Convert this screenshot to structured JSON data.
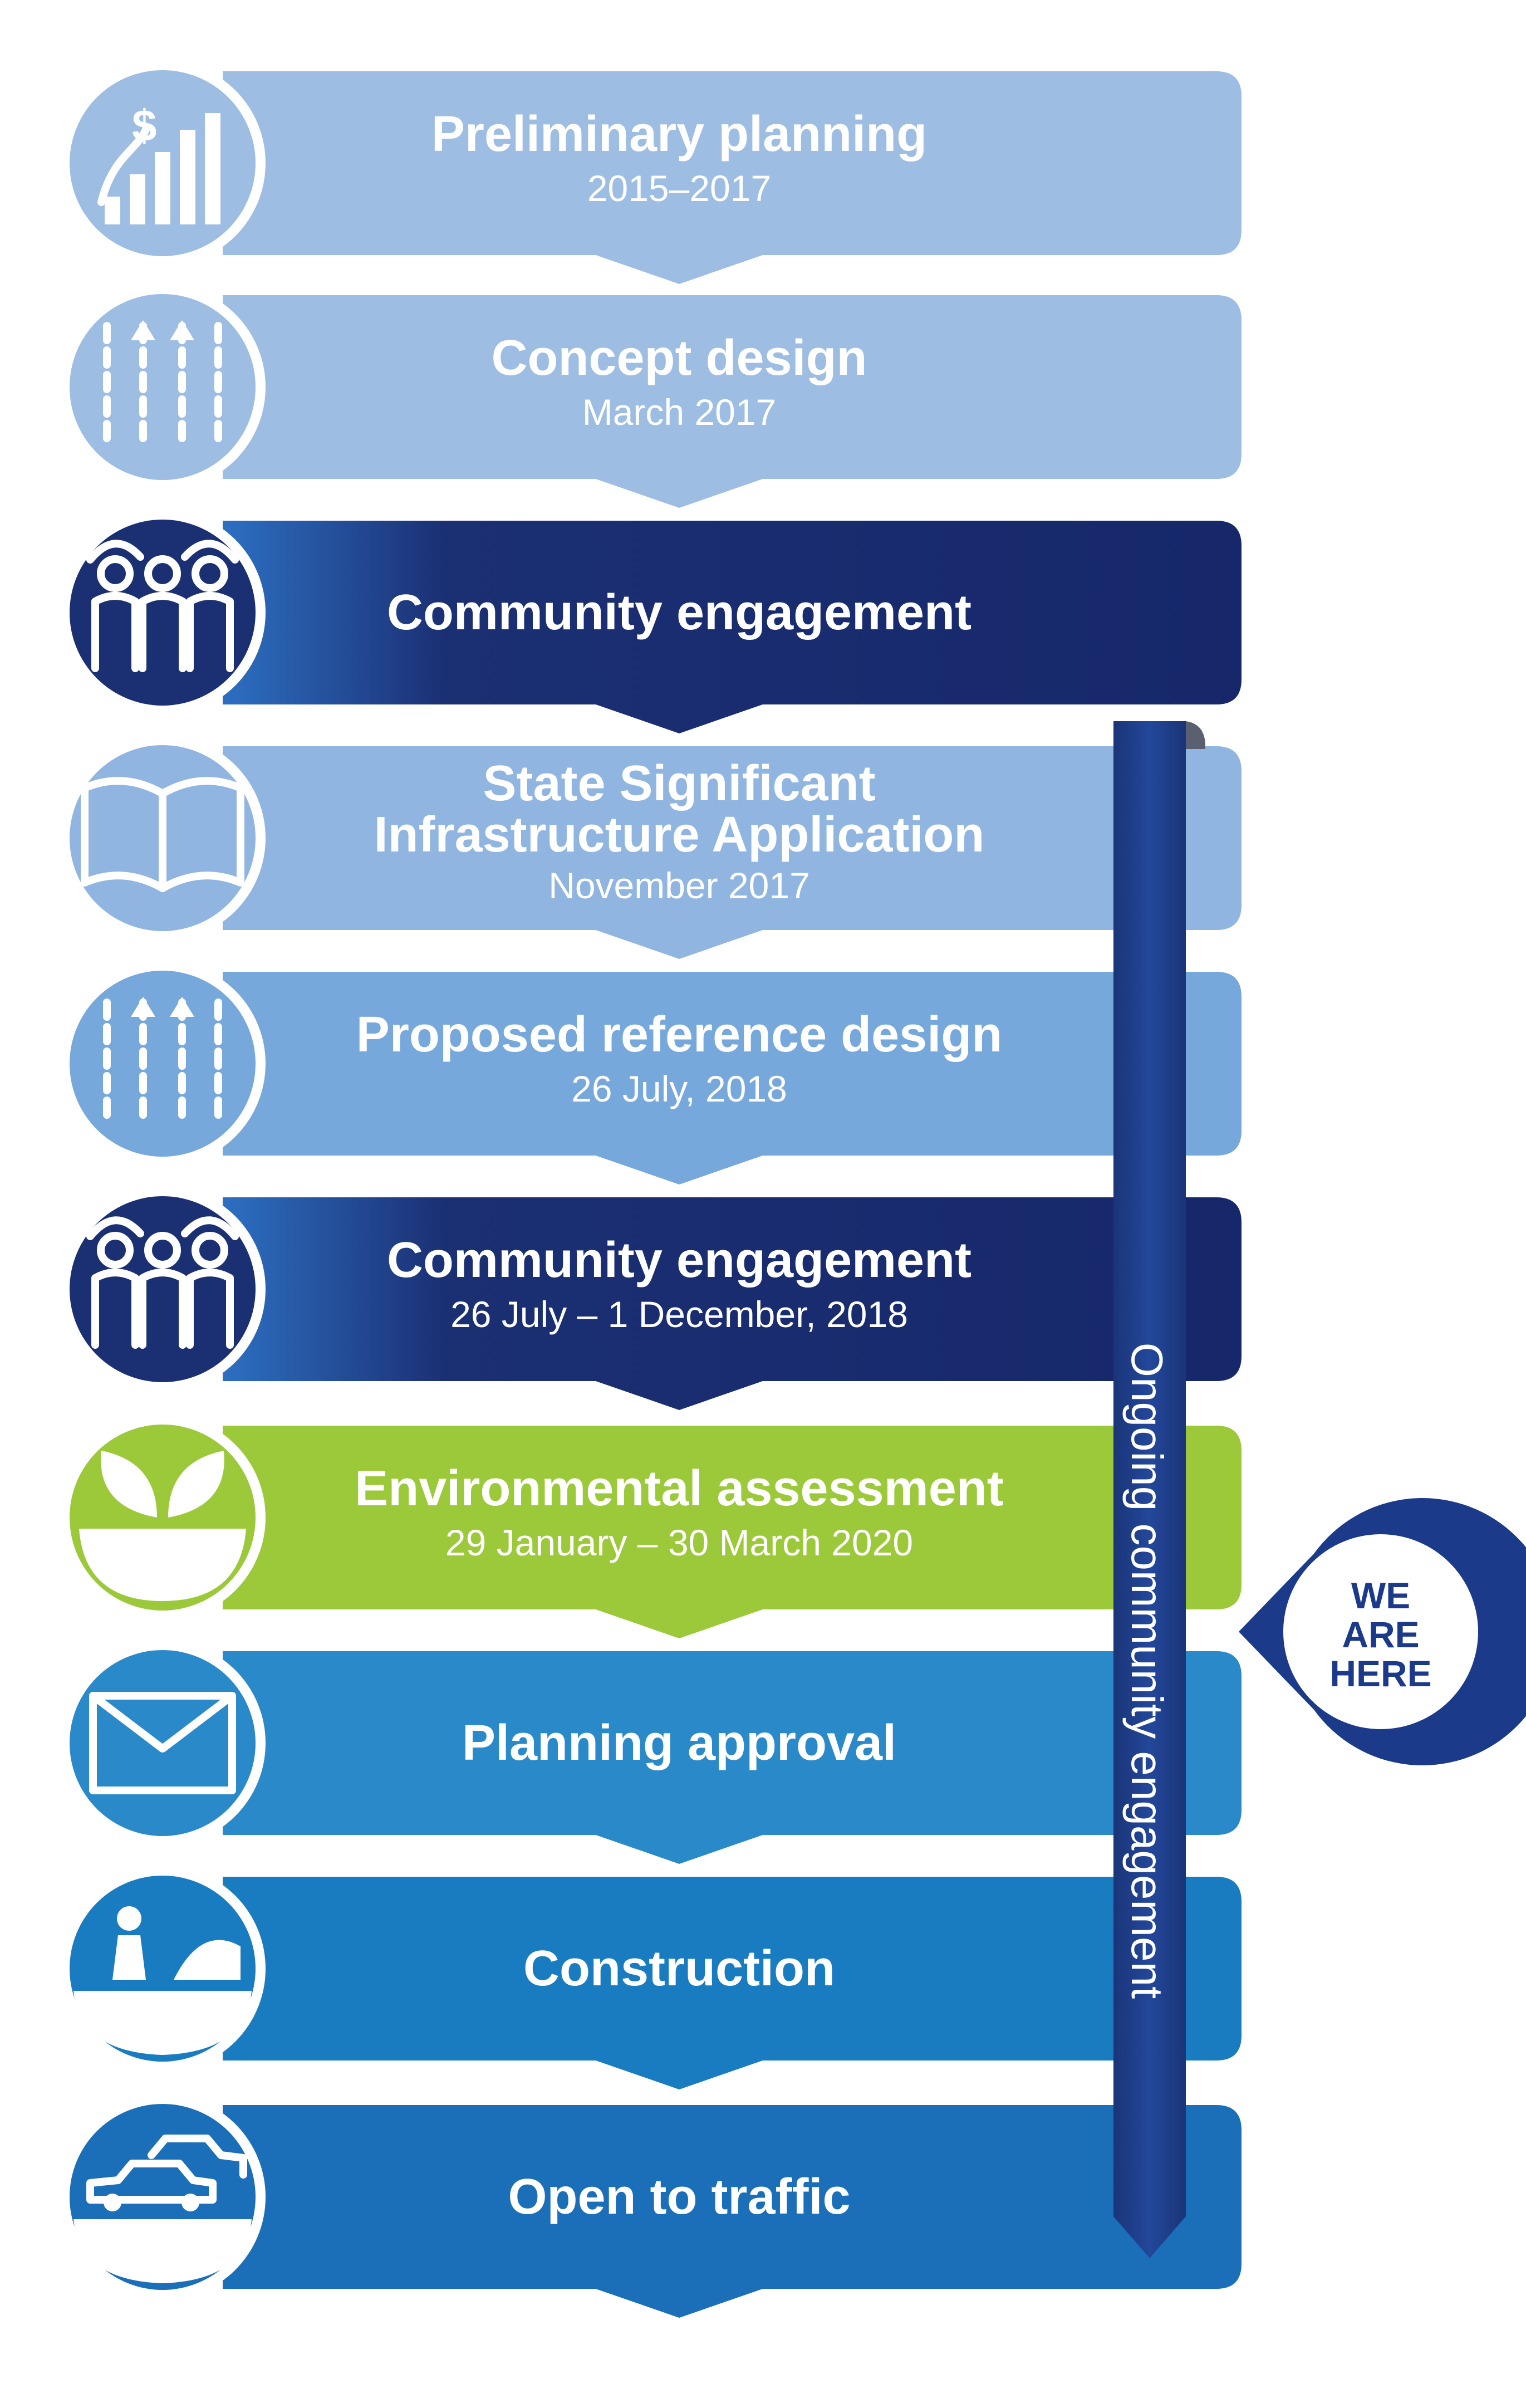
{
  "stages": [
    {
      "title": "Preliminary planning",
      "date": "2015–2017",
      "icon": "funding-growth-icon",
      "color": "#9dbde2"
    },
    {
      "title": "Concept design",
      "date": "March 2017",
      "icon": "road-lanes-icon",
      "color": "#9dbde2"
    },
    {
      "title": "Community engagement",
      "date": "",
      "icon": "community-people-icon",
      "color": "#1b2f73"
    },
    {
      "title_lines": [
        "State Significant",
        "Infrastructure Application"
      ],
      "date": "November 2017",
      "icon": "open-book-icon",
      "color": "#8fb5e0"
    },
    {
      "title": "Proposed reference design",
      "date": "26 July, 2018",
      "icon": "road-lanes-icon",
      "color": "#76a8db"
    },
    {
      "title": "Community engagement",
      "date": "26 July – 1 December, 2018",
      "icon": "community-people-icon",
      "color": "#1b2f73"
    },
    {
      "title": "Environmental assessment",
      "date": "29 January – 30 March 2020",
      "icon": "leaves-bowl-icon",
      "color": "#9bc93a"
    },
    {
      "title": "Planning approval",
      "date": "",
      "icon": "envelope-icon",
      "color": "#2a8ac9"
    },
    {
      "title": "Construction",
      "date": "",
      "icon": "road-worker-icon",
      "color": "#1a7cc0"
    },
    {
      "title": "Open to traffic",
      "date": "",
      "icon": "cars-icon",
      "color": "#1a6fb8"
    }
  ],
  "ongoing": {
    "label": "Ongoing community engagement",
    "color": "#1f3f8c"
  },
  "marker": {
    "lines": [
      "WE",
      "ARE",
      "HERE"
    ],
    "color": "#1b3a8a"
  }
}
